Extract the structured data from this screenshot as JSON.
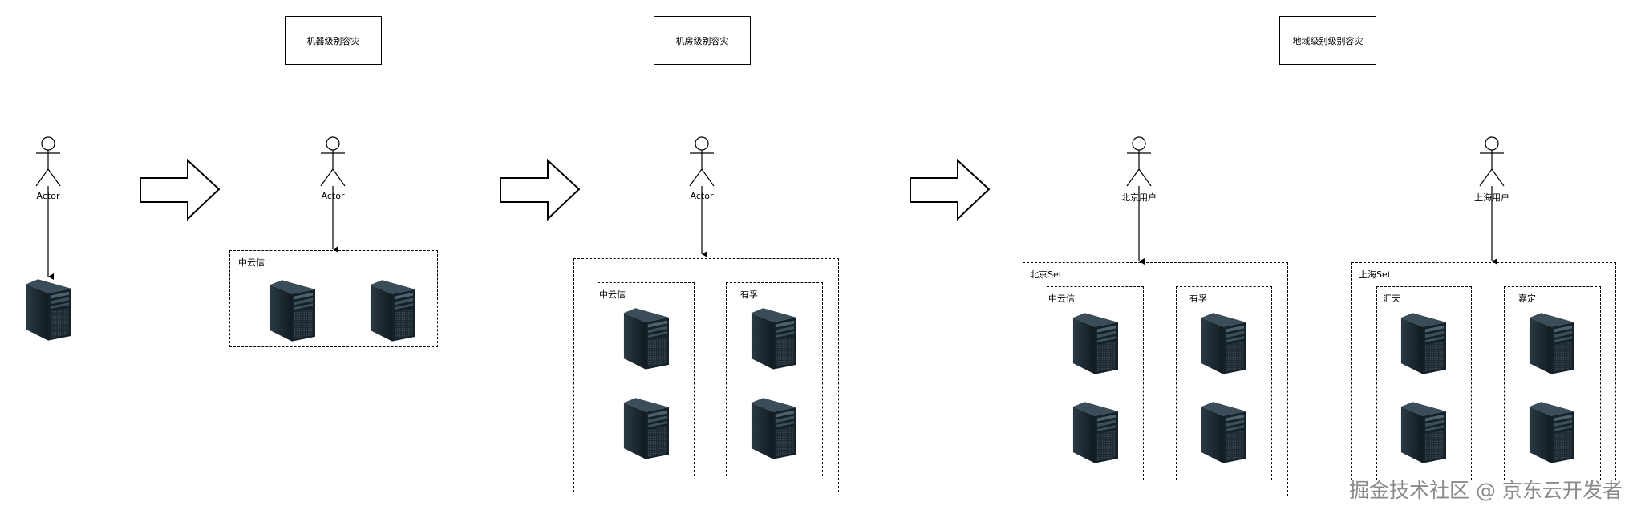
{
  "stages": [
    {
      "title": "机器级别容灾"
    },
    {
      "title": "机房级别容灾"
    },
    {
      "title": "地域级别级别容灾"
    }
  ],
  "actors": {
    "a1": "Actor",
    "a2": "Actor",
    "a3": "Actor",
    "beijing": "北京用户",
    "shanghai": "上海用户"
  },
  "groups": {
    "stage1_idc": "中云信",
    "stage2_idc1": "中云信",
    "stage2_idc2": "有孚",
    "beijing_set": "北京Set",
    "beijing_idc1": "中云信",
    "beijing_idc2": "有孚",
    "shanghai_set": "上海Set",
    "shanghai_idc1": "汇天",
    "shanghai_idc2": "嘉定"
  },
  "icons": {
    "server": "server-tower-icon",
    "actor": "stick-figure-icon",
    "transition": "block-arrow-right-icon"
  },
  "watermark": "掘金技术社区 @ 京东云开发者"
}
